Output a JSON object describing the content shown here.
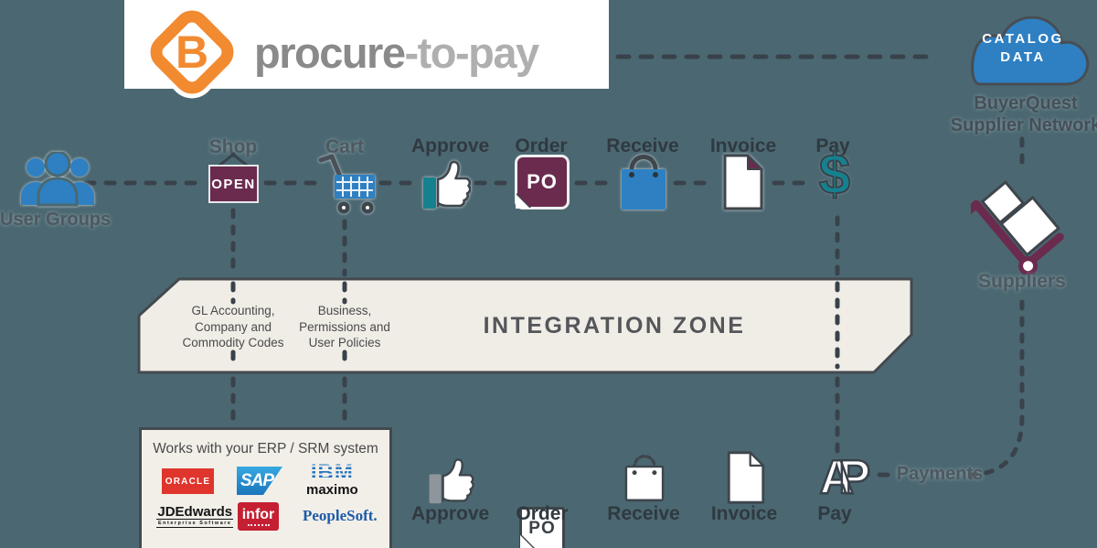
{
  "header": {
    "brand_bold": "procure",
    "brand_light": "-to-pay",
    "logo_letter": "B"
  },
  "cloud": {
    "title_line1": "CATALOG",
    "title_line2": "DATA",
    "network_line1": "BuyerQuest",
    "network_line2": "Supplier Network"
  },
  "flow": {
    "user_groups": "User Groups",
    "shop": "Shop",
    "open_sign": "OPEN",
    "cart": "Cart",
    "approve": "Approve",
    "order": "Order",
    "po": "PO",
    "receive": "Receive",
    "invoice": "Invoice",
    "pay": "Pay"
  },
  "zone": {
    "title": "INTEGRATION ZONE",
    "col1": [
      "GL Accounting,",
      "Company and",
      "Commodity Codes"
    ],
    "col2": [
      "Business,",
      "Permissions and",
      "User Policies"
    ]
  },
  "erp": {
    "title": "Works with your ERP / SRM system",
    "oracle": "ORACLE",
    "sap": "SAP",
    "ibm": "IBM",
    "maximo": "maximo",
    "jdedwards": "JDEdwards",
    "jd_tagline": "Enterprise Software",
    "infor": "infor",
    "peoplesoft": "PeopleSoft."
  },
  "bottom": {
    "approve": "Approve",
    "order": "Order",
    "po": "PO",
    "receive": "Receive",
    "invoice": "Invoice",
    "pay": "Pay",
    "ap": "AP",
    "payments": "Payments"
  },
  "suppliers_label": "Suppliers",
  "colors": {
    "background": "#4B6872",
    "blue": "#2E80C3",
    "maroon": "#6B2B4E",
    "teal": "#15818F",
    "orange": "#F28A30",
    "cream": "#F0EDE7",
    "ink": "#39424A"
  }
}
